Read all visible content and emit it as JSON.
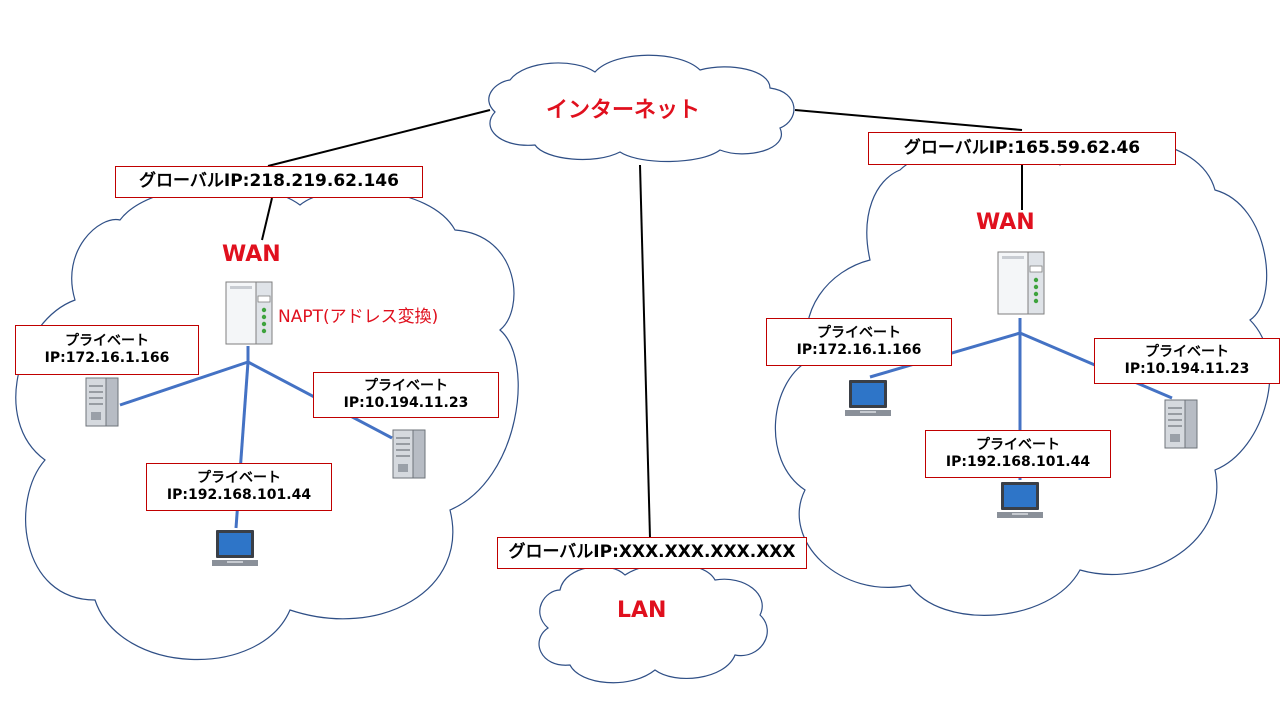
{
  "internet": {
    "label": "インターネット"
  },
  "left_network": {
    "global_ip": "グローバルIP:218.219.62.146",
    "wan_label": "WAN",
    "napt_label": "NAPT(アドレス変換)",
    "hosts": [
      {
        "type": "server",
        "line1": "プライベート",
        "line2": "IP:172.16.1.166"
      },
      {
        "type": "server",
        "line1": "プライベート",
        "line2": "IP:10.194.11.23"
      },
      {
        "type": "laptop",
        "line1": "プライベート",
        "line2": "IP:192.168.101.44"
      }
    ]
  },
  "right_network": {
    "global_ip": "グローバルIP:165.59.62.46",
    "wan_label": "WAN",
    "hosts": [
      {
        "type": "laptop",
        "line1": "プライベート",
        "line2": "IP:172.16.1.166"
      },
      {
        "type": "server",
        "line1": "プライベート",
        "line2": "IP:10.194.11.23"
      },
      {
        "type": "laptop",
        "line1": "プライベート",
        "line2": "IP:192.168.101.44"
      }
    ]
  },
  "lan_network": {
    "global_ip": "グローバルIP:XXX.XXX.XXX.XXX",
    "lan_label": "LAN"
  },
  "colors": {
    "cloud_stroke": "#2f4f86",
    "connector_black": "#000000",
    "connector_blue": "#4472c4",
    "label_red": "#e0101e",
    "box_border": "#c00000",
    "screen_blue": "#2e75c8"
  },
  "icons": [
    "cloud-icon",
    "router-icon",
    "server-icon",
    "laptop-icon"
  ]
}
